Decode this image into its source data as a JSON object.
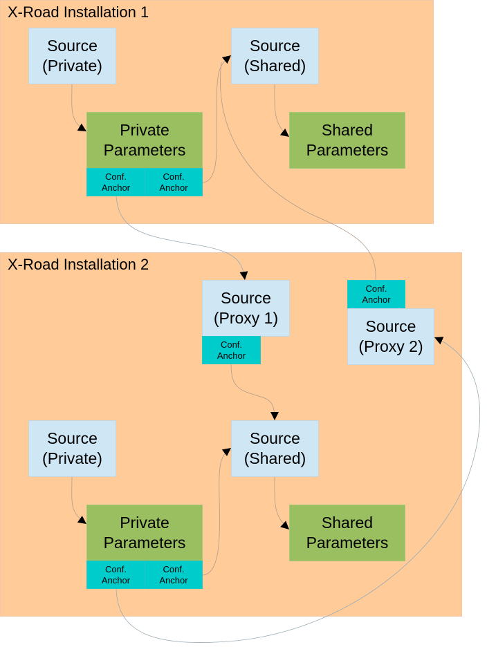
{
  "installations": [
    {
      "title": "X-Road Installation 1",
      "source_private": "Source\n(Private)",
      "source_shared": "Source\n(Shared)",
      "private_parameters": "Private\nParameters",
      "shared_parameters": "Shared\nParameters",
      "anchor_left": "Conf.\nAnchor",
      "anchor_right": "Conf.\nAnchor"
    },
    {
      "title": "X-Road Installation 2",
      "source_proxy1": "Source\n(Proxy 1)",
      "proxy1_anchor": "Conf.\nAnchor",
      "source_proxy2": "Source\n(Proxy 2)",
      "proxy2_anchor": "Conf.\nAnchor",
      "source_private": "Source\n(Private)",
      "source_shared": "Source\n(Shared)",
      "private_parameters": "Private\nParameters",
      "shared_parameters": "Shared\nParameters",
      "anchor_left": "Conf.\nAnchor",
      "anchor_right": "Conf.\nAnchor"
    }
  ],
  "colors": {
    "panel": "#ffcc99",
    "source": "#cfe7f5",
    "parameters": "#99bf60",
    "anchor": "#00cccc"
  }
}
